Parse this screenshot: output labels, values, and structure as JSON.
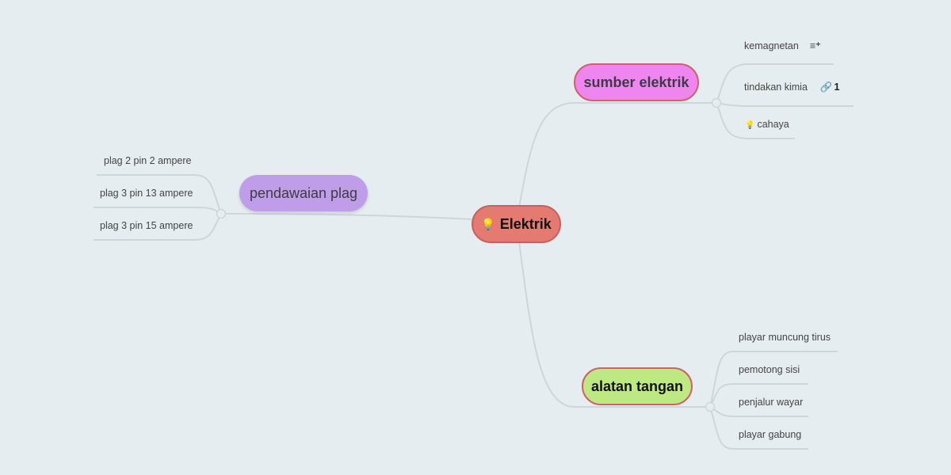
{
  "root": {
    "label": "Elektrik",
    "icon": "lightbulb-icon",
    "color": "#e57a70"
  },
  "branches": {
    "sumber": {
      "label": "sumber elektrik",
      "color": "#ef86ef",
      "children": [
        {
          "label": "kemagnetan",
          "icon": "notes-icon"
        },
        {
          "label": "tindakan kimia",
          "icon": "link-icon",
          "link_count": "1"
        },
        {
          "label": "cahaya",
          "icon": "lightbulb-icon"
        }
      ]
    },
    "pendawaian": {
      "label": "pendawaian plag",
      "color": "#c09de8",
      "children": [
        {
          "label": "plag 2 pin 2 ampere"
        },
        {
          "label": "plag 3 pin 13 ampere"
        },
        {
          "label": "plag 3 pin 15 ampere"
        }
      ]
    },
    "alatan": {
      "label": "alatan tangan",
      "color": "#bde882",
      "children": [
        {
          "label": "playar muncung tirus"
        },
        {
          "label": "pemotong sisi"
        },
        {
          "label": "penjalur wayar"
        },
        {
          "label": "playar gabung"
        }
      ]
    }
  }
}
